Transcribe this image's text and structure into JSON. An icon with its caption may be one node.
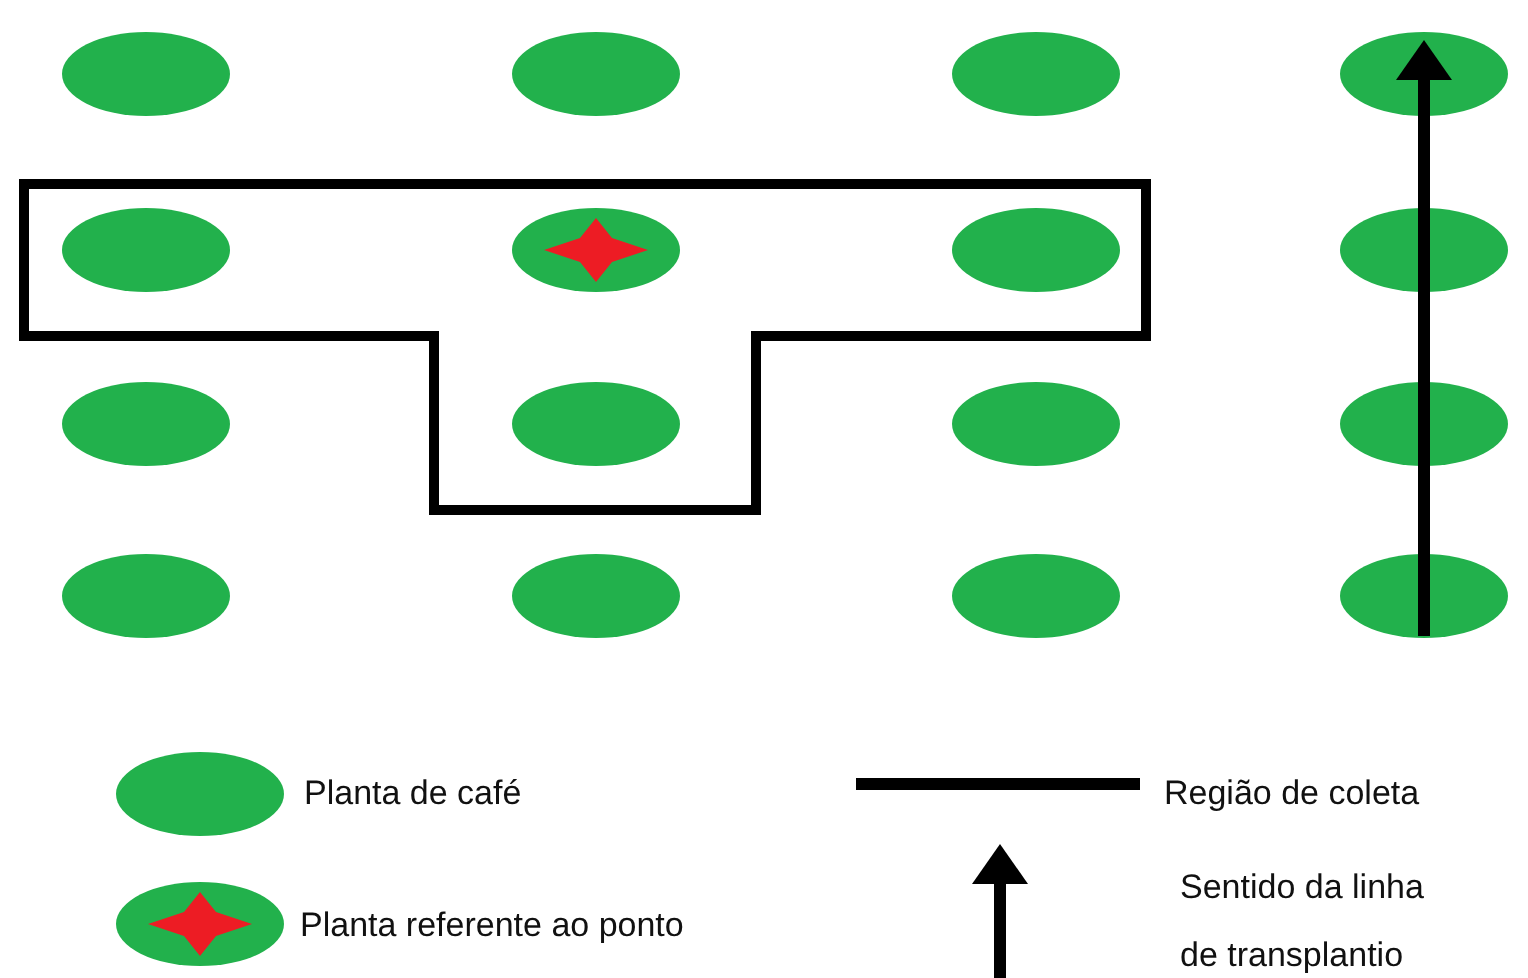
{
  "diagram": {
    "legend": [
      {
        "text": "Planta de café"
      },
      {
        "text": "Planta referente ao ponto"
      },
      {
        "text": "Região de coleta"
      },
      {
        "text": "Sentido da linha de transplantio"
      }
    ]
  }
}
